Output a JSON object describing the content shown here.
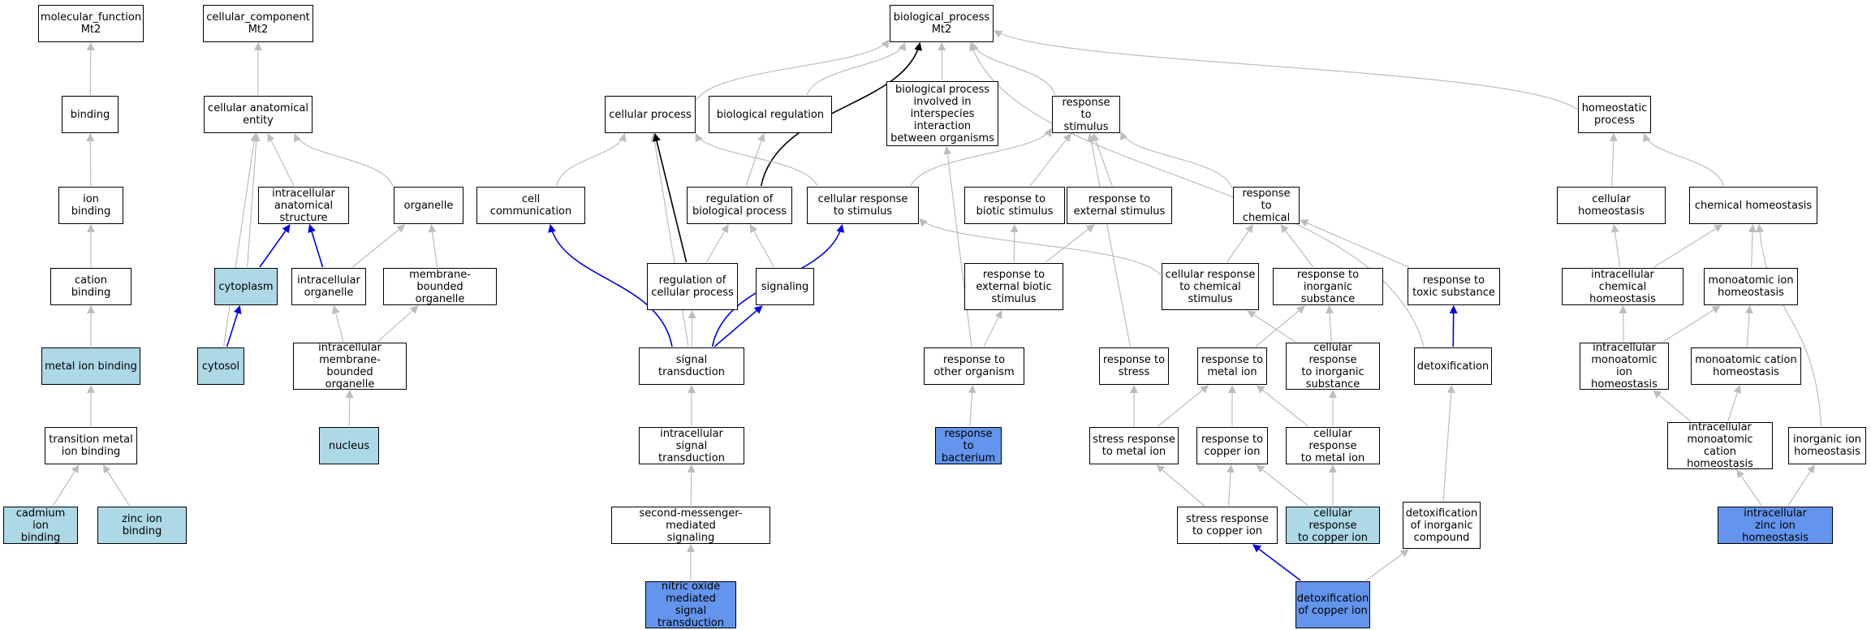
{
  "graph": {
    "colors": {
      "highlight_light": "#add8e6",
      "highlight_dark": "#6495ed",
      "node_fill": "#ffffff",
      "edge_default": "#bdbdbd",
      "edge_black": "#000000",
      "edge_blue": "#0000ee"
    },
    "nodes": [
      {
        "id": "mf",
        "label": "molecular_function\nMt2",
        "fill": "white"
      },
      {
        "id": "cc",
        "label": "cellular_component\nMt2",
        "fill": "white"
      },
      {
        "id": "bp",
        "label": "biological_process\nMt2",
        "fill": "white"
      },
      {
        "id": "bind",
        "label": "binding",
        "fill": "white"
      },
      {
        "id": "ionb",
        "label": "ion binding",
        "fill": "white"
      },
      {
        "id": "catb",
        "label": "cation binding",
        "fill": "white"
      },
      {
        "id": "metb",
        "label": "metal ion binding",
        "fill": "light"
      },
      {
        "id": "trmb",
        "label": "transition metal\nion binding",
        "fill": "white"
      },
      {
        "id": "cdb",
        "label": "cadmium ion\nbinding",
        "fill": "light"
      },
      {
        "id": "znb",
        "label": "zinc ion binding",
        "fill": "light"
      },
      {
        "id": "cae",
        "label": "cellular anatomical\nentity",
        "fill": "white"
      },
      {
        "id": "ias",
        "label": "intracellular\nanatomical structure",
        "fill": "white"
      },
      {
        "id": "org",
        "label": "organelle",
        "fill": "white"
      },
      {
        "id": "cyto",
        "label": "cytoplasm",
        "fill": "light"
      },
      {
        "id": "iorg",
        "label": "intracellular\norganelle",
        "fill": "white"
      },
      {
        "id": "mbo",
        "label": "membrane-bounded\norganelle",
        "fill": "white"
      },
      {
        "id": "cytl",
        "label": "cytosol",
        "fill": "light"
      },
      {
        "id": "imbo",
        "label": "intracellular\nmembrane-bounded\norganelle",
        "fill": "white"
      },
      {
        "id": "nuc",
        "label": "nucleus",
        "fill": "light"
      },
      {
        "id": "cp",
        "label": "cellular process",
        "fill": "white"
      },
      {
        "id": "breg",
        "label": "biological regulation",
        "fill": "white"
      },
      {
        "id": "bpi",
        "label": "biological process\ninvolved in\ninterspecies\ninteraction\nbetween organisms",
        "fill": "white"
      },
      {
        "id": "rts",
        "label": "response to\nstimulus",
        "fill": "white"
      },
      {
        "id": "hp",
        "label": "homeostatic\nprocess",
        "fill": "white"
      },
      {
        "id": "cc2",
        "label": "cell communication",
        "fill": "white"
      },
      {
        "id": "rbp",
        "label": "regulation of\nbiological process",
        "fill": "white"
      },
      {
        "id": "crs",
        "label": "cellular response\nto stimulus",
        "fill": "white"
      },
      {
        "id": "rbs",
        "label": "response to\nbiotic stimulus",
        "fill": "white"
      },
      {
        "id": "res",
        "label": "response to\nexternal stimulus",
        "fill": "white"
      },
      {
        "id": "rtc",
        "label": "response to\nchemical",
        "fill": "white"
      },
      {
        "id": "ch",
        "label": "cellular homeostasis",
        "fill": "white"
      },
      {
        "id": "chh",
        "label": "chemical homeostasis",
        "fill": "white"
      },
      {
        "id": "rcp",
        "label": "regulation of\ncellular process",
        "fill": "white"
      },
      {
        "id": "sig",
        "label": "signaling",
        "fill": "white"
      },
      {
        "id": "rebs",
        "label": "response to\nexternal biotic\nstimulus",
        "fill": "white"
      },
      {
        "id": "crcs",
        "label": "cellular response\nto chemical\nstimulus",
        "fill": "white"
      },
      {
        "id": "ris",
        "label": "response to\ninorganic substance",
        "fill": "white"
      },
      {
        "id": "rtox",
        "label": "response to\ntoxic substance",
        "fill": "white"
      },
      {
        "id": "ichh",
        "label": "intracellular\nchemical homeostasis",
        "fill": "white"
      },
      {
        "id": "mih",
        "label": "monoatomic ion\nhomeostasis",
        "fill": "white"
      },
      {
        "id": "st",
        "label": "signal transduction",
        "fill": "white"
      },
      {
        "id": "rto",
        "label": "response to\nother organism",
        "fill": "white"
      },
      {
        "id": "rstr",
        "label": "response to\nstress",
        "fill": "white"
      },
      {
        "id": "rmi",
        "label": "response to\nmetal ion",
        "fill": "white"
      },
      {
        "id": "cris",
        "label": "cellular response\nto inorganic\nsubstance",
        "fill": "white"
      },
      {
        "id": "detx",
        "label": "detoxification",
        "fill": "white"
      },
      {
        "id": "imih",
        "label": "intracellular\nmonoatomic ion\nhomeostasis",
        "fill": "white"
      },
      {
        "id": "mch",
        "label": "monoatomic cation\nhomeostasis",
        "fill": "white"
      },
      {
        "id": "ist",
        "label": "intracellular\nsignal transduction",
        "fill": "white"
      },
      {
        "id": "rbac",
        "label": "response to\nbacterium",
        "fill": "dark"
      },
      {
        "id": "srmi",
        "label": "stress response\nto metal ion",
        "fill": "white"
      },
      {
        "id": "rci",
        "label": "response to\ncopper ion",
        "fill": "white"
      },
      {
        "id": "crmi",
        "label": "cellular response\nto metal ion",
        "fill": "white"
      },
      {
        "id": "imch",
        "label": "intracellular\nmonoatomic cation\nhomeostasis",
        "fill": "white"
      },
      {
        "id": "iih",
        "label": "inorganic ion\nhomeostasis",
        "fill": "white"
      },
      {
        "id": "sms",
        "label": "second-messenger-mediated\nsignaling",
        "fill": "white"
      },
      {
        "id": "srci",
        "label": "stress response\nto copper ion",
        "fill": "white"
      },
      {
        "id": "crci",
        "label": "cellular response\nto copper ion",
        "fill": "light"
      },
      {
        "id": "dic",
        "label": "detoxification\nof inorganic\ncompound",
        "fill": "white"
      },
      {
        "id": "izih",
        "label": "intracellular\nzinc ion homeostasis",
        "fill": "dark"
      },
      {
        "id": "nomst",
        "label": "nitric oxide\nmediated signal\ntransduction",
        "fill": "dark"
      },
      {
        "id": "dci",
        "label": "detoxification\nof copper ion",
        "fill": "dark"
      }
    ],
    "edges": [
      {
        "from": "bind",
        "to": "mf",
        "color": "gray"
      },
      {
        "from": "ionb",
        "to": "bind",
        "color": "gray"
      },
      {
        "from": "catb",
        "to": "ionb",
        "color": "gray"
      },
      {
        "from": "metb",
        "to": "catb",
        "color": "gray"
      },
      {
        "from": "trmb",
        "to": "metb",
        "color": "gray"
      },
      {
        "from": "cdb",
        "to": "trmb",
        "color": "gray"
      },
      {
        "from": "znb",
        "to": "trmb",
        "color": "gray"
      },
      {
        "from": "cae",
        "to": "cc",
        "color": "gray"
      },
      {
        "from": "ias",
        "to": "cae",
        "color": "gray"
      },
      {
        "from": "org",
        "to": "cae",
        "color": "gray"
      },
      {
        "from": "cyto",
        "to": "cae",
        "color": "gray"
      },
      {
        "from": "cytl",
        "to": "cae",
        "color": "gray"
      },
      {
        "from": "cyto",
        "to": "ias",
        "color": "blue"
      },
      {
        "from": "iorg",
        "to": "ias",
        "color": "blue"
      },
      {
        "from": "iorg",
        "to": "org",
        "color": "gray"
      },
      {
        "from": "mbo",
        "to": "org",
        "color": "gray"
      },
      {
        "from": "cytl",
        "to": "cyto",
        "color": "blue"
      },
      {
        "from": "imbo",
        "to": "iorg",
        "color": "gray"
      },
      {
        "from": "imbo",
        "to": "mbo",
        "color": "gray"
      },
      {
        "from": "nuc",
        "to": "imbo",
        "color": "gray"
      },
      {
        "from": "cp",
        "to": "bp",
        "color": "gray"
      },
      {
        "from": "breg",
        "to": "bp",
        "color": "gray"
      },
      {
        "from": "bpi",
        "to": "bp",
        "color": "gray"
      },
      {
        "from": "rts",
        "to": "bp",
        "color": "gray"
      },
      {
        "from": "hp",
        "to": "bp",
        "color": "gray"
      },
      {
        "from": "rbp",
        "to": "bp",
        "color": "black"
      },
      {
        "from": "detx",
        "to": "bp",
        "color": "gray"
      },
      {
        "from": "cc2",
        "to": "cp",
        "color": "gray"
      },
      {
        "from": "crs",
        "to": "cp",
        "color": "gray"
      },
      {
        "from": "st",
        "to": "cp",
        "color": "gray"
      },
      {
        "from": "rcp",
        "to": "cp",
        "color": "black"
      },
      {
        "from": "rbp",
        "to": "breg",
        "color": "gray"
      },
      {
        "from": "rto",
        "to": "bpi",
        "color": "gray"
      },
      {
        "from": "crs",
        "to": "rts",
        "color": "gray"
      },
      {
        "from": "rbs",
        "to": "rts",
        "color": "gray"
      },
      {
        "from": "res",
        "to": "rts",
        "color": "gray"
      },
      {
        "from": "rtc",
        "to": "rts",
        "color": "gray"
      },
      {
        "from": "rstr",
        "to": "rts",
        "color": "gray"
      },
      {
        "from": "ch",
        "to": "hp",
        "color": "gray"
      },
      {
        "from": "chh",
        "to": "hp",
        "color": "gray"
      },
      {
        "from": "rcp",
        "to": "rbp",
        "color": "gray"
      },
      {
        "from": "sig",
        "to": "rbp",
        "color": "gray"
      },
      {
        "from": "crcs",
        "to": "crs",
        "color": "gray"
      },
      {
        "from": "rebs",
        "to": "rbs",
        "color": "gray"
      },
      {
        "from": "rebs",
        "to": "res",
        "color": "gray"
      },
      {
        "from": "crcs",
        "to": "rtc",
        "color": "gray"
      },
      {
        "from": "ris",
        "to": "rtc",
        "color": "gray"
      },
      {
        "from": "rtox",
        "to": "rtc",
        "color": "gray"
      },
      {
        "from": "ichh",
        "to": "ch",
        "color": "gray"
      },
      {
        "from": "ichh",
        "to": "chh",
        "color": "gray"
      },
      {
        "from": "mih",
        "to": "chh",
        "color": "gray"
      },
      {
        "from": "iih",
        "to": "chh",
        "color": "gray"
      },
      {
        "from": "st",
        "to": "rcp",
        "color": "gray"
      },
      {
        "from": "st",
        "to": "sig",
        "color": "blue"
      },
      {
        "from": "st",
        "to": "cc2",
        "color": "blue"
      },
      {
        "from": "st",
        "to": "crs",
        "color": "blue"
      },
      {
        "from": "rto",
        "to": "rebs",
        "color": "gray"
      },
      {
        "from": "cris",
        "to": "crcs",
        "color": "gray"
      },
      {
        "from": "rmi",
        "to": "ris",
        "color": "gray"
      },
      {
        "from": "cris",
        "to": "ris",
        "color": "gray"
      },
      {
        "from": "detx",
        "to": "rtox",
        "color": "blue"
      },
      {
        "from": "imih",
        "to": "ichh",
        "color": "gray"
      },
      {
        "from": "imih",
        "to": "mih",
        "color": "gray"
      },
      {
        "from": "mch",
        "to": "mih",
        "color": "gray"
      },
      {
        "from": "ist",
        "to": "st",
        "color": "gray"
      },
      {
        "from": "rbac",
        "to": "rto",
        "color": "gray"
      },
      {
        "from": "srmi",
        "to": "rstr",
        "color": "gray"
      },
      {
        "from": "srmi",
        "to": "rmi",
        "color": "gray"
      },
      {
        "from": "rci",
        "to": "rmi",
        "color": "gray"
      },
      {
        "from": "crmi",
        "to": "rmi",
        "color": "gray"
      },
      {
        "from": "crmi",
        "to": "cris",
        "color": "gray"
      },
      {
        "from": "dic",
        "to": "detx",
        "color": "gray"
      },
      {
        "from": "imch",
        "to": "imih",
        "color": "gray"
      },
      {
        "from": "imch",
        "to": "mch",
        "color": "gray"
      },
      {
        "from": "sms",
        "to": "ist",
        "color": "gray"
      },
      {
        "from": "srci",
        "to": "srmi",
        "color": "gray"
      },
      {
        "from": "srci",
        "to": "rci",
        "color": "gray"
      },
      {
        "from": "crci",
        "to": "rci",
        "color": "gray"
      },
      {
        "from": "crci",
        "to": "crmi",
        "color": "gray"
      },
      {
        "from": "izih",
        "to": "imch",
        "color": "gray"
      },
      {
        "from": "izih",
        "to": "iih",
        "color": "gray"
      },
      {
        "from": "nomst",
        "to": "sms",
        "color": "gray"
      },
      {
        "from": "dci",
        "to": "srci",
        "color": "blue"
      },
      {
        "from": "dci",
        "to": "dic",
        "color": "gray"
      }
    ]
  }
}
